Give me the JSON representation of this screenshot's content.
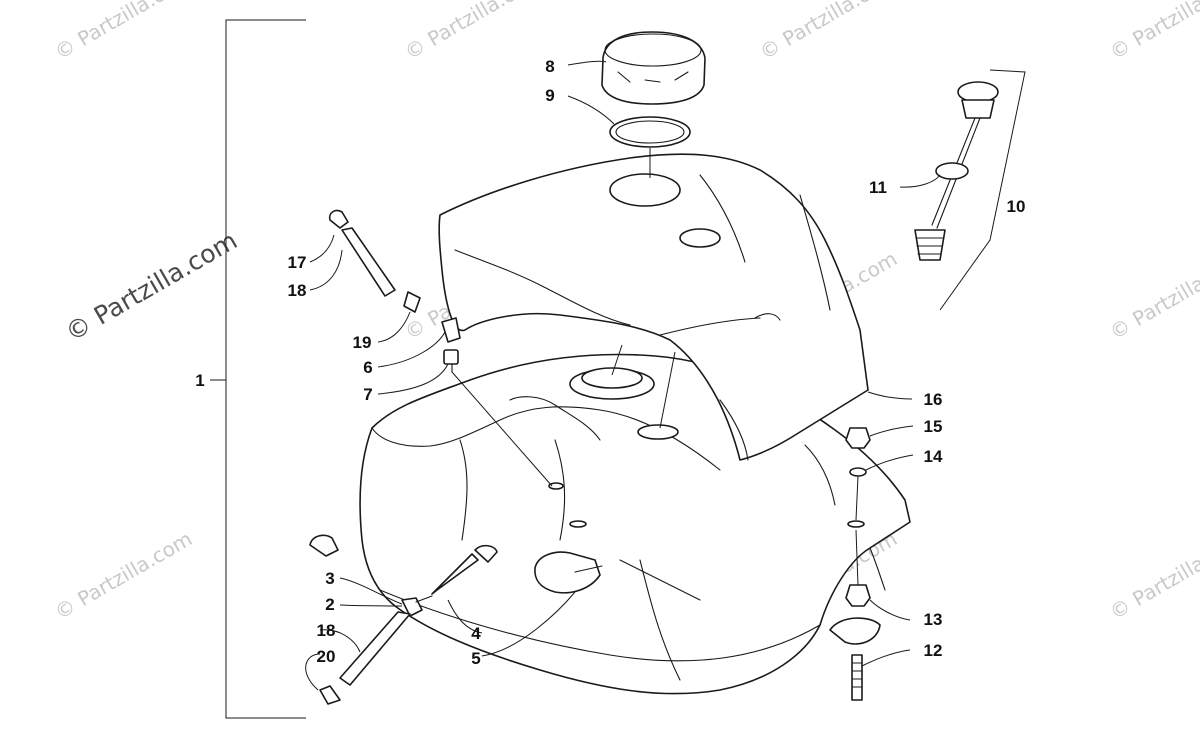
{
  "watermark": {
    "text": "© Partzilla.com"
  },
  "callouts": {
    "c1": "1",
    "c2": "2",
    "c3": "3",
    "c4": "4",
    "c5": "5",
    "c6": "6",
    "c7": "7",
    "c8": "8",
    "c9": "9",
    "c10": "10",
    "c11": "11",
    "c12": "12",
    "c13": "13",
    "c14": "14",
    "c15": "15",
    "c16": "16",
    "c17": "17",
    "c18a": "18",
    "c18b": "18",
    "c19": "19",
    "c20": "20"
  },
  "colors": {
    "line": "#1a1a1a",
    "background": "#ffffff",
    "watermark": "#c9c9c9"
  }
}
